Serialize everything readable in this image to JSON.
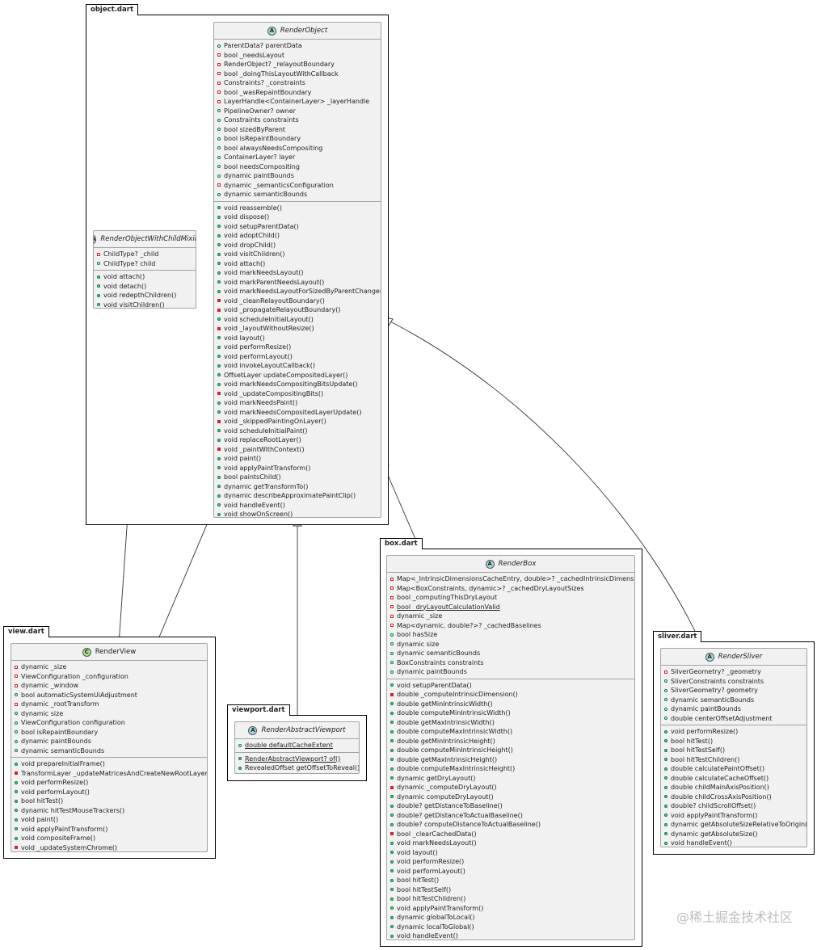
{
  "packages": {
    "object": "object.dart",
    "view": "view.dart",
    "viewport": "viewport.dart",
    "box": "box.dart",
    "sliver": "sliver.dart"
  },
  "stereotype_abstract": "A",
  "stereotype_class": "C",
  "classes": {
    "render_object": {
      "name": "RenderObject",
      "fields": [
        {
          "vis": "public",
          "text": "ParentData? parentData"
        },
        {
          "vis": "private",
          "text": "bool _needsLayout"
        },
        {
          "vis": "private",
          "text": "RenderObject? _relayoutBoundary"
        },
        {
          "vis": "private",
          "text": "bool _doingThisLayoutWithCallback"
        },
        {
          "vis": "private",
          "text": "Constraints? _constraints"
        },
        {
          "vis": "private",
          "text": "bool _wasRepaintBoundary"
        },
        {
          "vis": "private",
          "text": "LayerHandle<ContainerLayer> _layerHandle"
        },
        {
          "vis": "public",
          "text": "PipelineOwner? owner"
        },
        {
          "vis": "public",
          "text": "Constraints constraints"
        },
        {
          "vis": "public",
          "text": "bool sizedByParent"
        },
        {
          "vis": "public",
          "text": "bool isRepaintBoundary"
        },
        {
          "vis": "public",
          "text": "bool alwaysNeedsCompositing"
        },
        {
          "vis": "public",
          "text": "ContainerLayer? layer"
        },
        {
          "vis": "public",
          "text": "bool needsCompositing"
        },
        {
          "vis": "public",
          "text": "dynamic paintBounds"
        },
        {
          "vis": "private",
          "text": "dynamic _semanticsConfiguration"
        },
        {
          "vis": "public",
          "text": "dynamic semanticBounds"
        }
      ],
      "methods": [
        {
          "vis": "public",
          "text": "void reassemble()"
        },
        {
          "vis": "public",
          "text": "void dispose()"
        },
        {
          "vis": "public",
          "text": "void setupParentData()"
        },
        {
          "vis": "public",
          "text": "void adoptChild()"
        },
        {
          "vis": "public",
          "text": "void dropChild()"
        },
        {
          "vis": "public",
          "text": "void visitChildren()"
        },
        {
          "vis": "public",
          "text": "void attach()"
        },
        {
          "vis": "public",
          "text": "void markNeedsLayout()"
        },
        {
          "vis": "public",
          "text": "void markParentNeedsLayout()"
        },
        {
          "vis": "public",
          "text": "void markNeedsLayoutForSizedByParentChange()"
        },
        {
          "vis": "private",
          "text": "void _cleanRelayoutBoundary()"
        },
        {
          "vis": "private",
          "text": "void _propagateRelayoutBoundary()"
        },
        {
          "vis": "public",
          "text": "void scheduleInitialLayout()"
        },
        {
          "vis": "private",
          "text": "void _layoutWithoutResize()"
        },
        {
          "vis": "public",
          "text": "void layout()"
        },
        {
          "vis": "public",
          "text": "void performResize()"
        },
        {
          "vis": "public",
          "text": "void performLayout()"
        },
        {
          "vis": "public",
          "text": "void invokeLayoutCallback()"
        },
        {
          "vis": "public",
          "text": "OffsetLayer updateCompositedLayer()"
        },
        {
          "vis": "public",
          "text": "void markNeedsCompositingBitsUpdate()"
        },
        {
          "vis": "private",
          "text": "void _updateCompositingBits()"
        },
        {
          "vis": "public",
          "text": "void markNeedsPaint()"
        },
        {
          "vis": "public",
          "text": "void markNeedsCompositedLayerUpdate()"
        },
        {
          "vis": "private",
          "text": "void _skippedPaintingOnLayer()"
        },
        {
          "vis": "public",
          "text": "void scheduleInitialPaint()"
        },
        {
          "vis": "public",
          "text": "void replaceRootLayer()"
        },
        {
          "vis": "private",
          "text": "void _paintWithContext()"
        },
        {
          "vis": "public",
          "text": "void paint()"
        },
        {
          "vis": "public",
          "text": "void applyPaintTransform()"
        },
        {
          "vis": "public",
          "text": "bool paintsChild()"
        },
        {
          "vis": "public",
          "text": "dynamic getTransformTo()"
        },
        {
          "vis": "public",
          "text": "dynamic describeApproximatePaintClip()"
        },
        {
          "vis": "public",
          "text": "void handleEvent()"
        },
        {
          "vis": "public",
          "text": "void showOnScreen()"
        }
      ]
    },
    "mixin": {
      "name": "RenderObjectWithChildMixin",
      "fields": [
        {
          "vis": "private",
          "text": "ChildType? _child"
        },
        {
          "vis": "public",
          "text": "ChildType? child"
        }
      ],
      "methods": [
        {
          "vis": "public",
          "text": "void attach()"
        },
        {
          "vis": "public",
          "text": "void detach()"
        },
        {
          "vis": "public",
          "text": "void redepthChildren()"
        },
        {
          "vis": "public",
          "text": "void visitChildren()"
        }
      ]
    },
    "render_view": {
      "name": "RenderView",
      "fields": [
        {
          "vis": "private",
          "text": "dynamic _size"
        },
        {
          "vis": "private",
          "text": "ViewConfiguration _configuration"
        },
        {
          "vis": "private",
          "text": "dynamic _window"
        },
        {
          "vis": "public",
          "text": "bool automaticSystemUiAdjustment"
        },
        {
          "vis": "private",
          "text": "dynamic _rootTransform"
        },
        {
          "vis": "public",
          "text": "dynamic size"
        },
        {
          "vis": "public",
          "text": "ViewConfiguration configuration"
        },
        {
          "vis": "public",
          "text": "bool isRepaintBoundary"
        },
        {
          "vis": "public",
          "text": "dynamic paintBounds"
        },
        {
          "vis": "public",
          "text": "dynamic semanticBounds"
        }
      ],
      "methods": [
        {
          "vis": "public",
          "text": "void prepareInitialFrame()"
        },
        {
          "vis": "private",
          "text": "TransformLayer _updateMatricesAndCreateNewRootLayer()"
        },
        {
          "vis": "public",
          "text": "void performResize()"
        },
        {
          "vis": "public",
          "text": "void performLayout()"
        },
        {
          "vis": "public",
          "text": "bool hitTest()"
        },
        {
          "vis": "public",
          "text": "dynamic hitTestMouseTrackers()"
        },
        {
          "vis": "public",
          "text": "void paint()"
        },
        {
          "vis": "public",
          "text": "void applyPaintTransform()"
        },
        {
          "vis": "public",
          "text": "void compositeFrame()"
        },
        {
          "vis": "private",
          "text": "void _updateSystemChrome()"
        }
      ]
    },
    "render_abstract_viewport": {
      "name": "RenderAbstractViewport",
      "fields": [
        {
          "vis": "public",
          "text": "double defaultCacheExtent",
          "underline": true
        }
      ],
      "methods": [
        {
          "vis": "public",
          "text": "RenderAbstractViewport? of()",
          "underline": true
        },
        {
          "vis": "public",
          "text": "RevealedOffset getOffsetToReveal()"
        }
      ]
    },
    "render_box": {
      "name": "RenderBox",
      "fields": [
        {
          "vis": "private",
          "text": "Map<_IntrinsicDimensionsCacheEntry, double>? _cachedIntrinsicDimensions"
        },
        {
          "vis": "private",
          "text": "Map<BoxConstraints, dynamic>? _cachedDryLayoutSizes"
        },
        {
          "vis": "private",
          "text": "bool _computingThisDryLayout"
        },
        {
          "vis": "private",
          "text": "bool _dryLayoutCalculationValid",
          "underline": true
        },
        {
          "vis": "private",
          "text": "dynamic _size"
        },
        {
          "vis": "private",
          "text": "Map<dynamic, double?>? _cachedBaselines"
        },
        {
          "vis": "public",
          "text": "bool hasSize"
        },
        {
          "vis": "public",
          "text": "dynamic size"
        },
        {
          "vis": "public",
          "text": "dynamic semanticBounds"
        },
        {
          "vis": "public",
          "text": "BoxConstraints constraints"
        },
        {
          "vis": "public",
          "text": "dynamic paintBounds"
        }
      ],
      "methods": [
        {
          "vis": "public",
          "text": "void setupParentData()"
        },
        {
          "vis": "private",
          "text": "double _computeIntrinsicDimension()"
        },
        {
          "vis": "public",
          "text": "double getMinIntrinsicWidth()"
        },
        {
          "vis": "public",
          "text": "double computeMinIntrinsicWidth()"
        },
        {
          "vis": "public",
          "text": "double getMaxIntrinsicWidth()"
        },
        {
          "vis": "public",
          "text": "double computeMaxIntrinsicWidth()"
        },
        {
          "vis": "public",
          "text": "double getMinIntrinsicHeight()"
        },
        {
          "vis": "public",
          "text": "double computeMinIntrinsicHeight()"
        },
        {
          "vis": "public",
          "text": "double getMaxIntrinsicHeight()"
        },
        {
          "vis": "public",
          "text": "double computeMaxIntrinsicHeight()"
        },
        {
          "vis": "public",
          "text": "dynamic getDryLayout()"
        },
        {
          "vis": "private",
          "text": "dynamic _computeDryLayout()"
        },
        {
          "vis": "public",
          "text": "dynamic computeDryLayout()"
        },
        {
          "vis": "public",
          "text": "double? getDistanceToBaseline()"
        },
        {
          "vis": "public",
          "text": "double? getDistanceToActualBaseline()"
        },
        {
          "vis": "public",
          "text": "double? computeDistanceToActualBaseline()"
        },
        {
          "vis": "private",
          "text": "bool _clearCachedData()"
        },
        {
          "vis": "public",
          "text": "void markNeedsLayout()"
        },
        {
          "vis": "public",
          "text": "void layout()"
        },
        {
          "vis": "public",
          "text": "void performResize()"
        },
        {
          "vis": "public",
          "text": "void performLayout()"
        },
        {
          "vis": "public",
          "text": "bool hitTest()"
        },
        {
          "vis": "public",
          "text": "bool hitTestSelf()"
        },
        {
          "vis": "public",
          "text": "bool hitTestChildren()"
        },
        {
          "vis": "public",
          "text": "void applyPaintTransform()"
        },
        {
          "vis": "public",
          "text": "dynamic globalToLocal()"
        },
        {
          "vis": "public",
          "text": "dynamic localToGlobal()"
        },
        {
          "vis": "public",
          "text": "void handleEvent()"
        }
      ]
    },
    "render_sliver": {
      "name": "RenderSliver",
      "fields": [
        {
          "vis": "private",
          "text": "SliverGeometry? _geometry"
        },
        {
          "vis": "public",
          "text": "SliverConstraints constraints"
        },
        {
          "vis": "public",
          "text": "SliverGeometry? geometry"
        },
        {
          "vis": "public",
          "text": "dynamic semanticBounds"
        },
        {
          "vis": "public",
          "text": "dynamic paintBounds"
        },
        {
          "vis": "public",
          "text": "double centerOffsetAdjustment"
        }
      ],
      "methods": [
        {
          "vis": "public",
          "text": "void performResize()"
        },
        {
          "vis": "public",
          "text": "bool hitTest()"
        },
        {
          "vis": "public",
          "text": "bool hitTestSelf()"
        },
        {
          "vis": "public",
          "text": "bool hitTestChildren()"
        },
        {
          "vis": "public",
          "text": "double calculatePaintOffset()"
        },
        {
          "vis": "public",
          "text": "double calculateCacheOffset()"
        },
        {
          "vis": "public",
          "text": "double childMainAxisPosition()"
        },
        {
          "vis": "public",
          "text": "double childCrossAxisPosition()"
        },
        {
          "vis": "public",
          "text": "double? childScrollOffset()"
        },
        {
          "vis": "public",
          "text": "void applyPaintTransform()"
        },
        {
          "vis": "public",
          "text": "dynamic getAbsoluteSizeRelativeToOrigin()"
        },
        {
          "vis": "public",
          "text": "dynamic getAbsoluteSize()"
        },
        {
          "vis": "public",
          "text": "void handleEvent()"
        }
      ]
    }
  },
  "watermark": "@稀土掘金技术社区",
  "colors": {
    "class_fill": "#f1f1f1",
    "class_border": "#a3a3a3",
    "abstract_spot": "#a9dcdf",
    "class_spot": "#addd8e",
    "public_marker": "#038048",
    "private_marker": "#c82930"
  }
}
